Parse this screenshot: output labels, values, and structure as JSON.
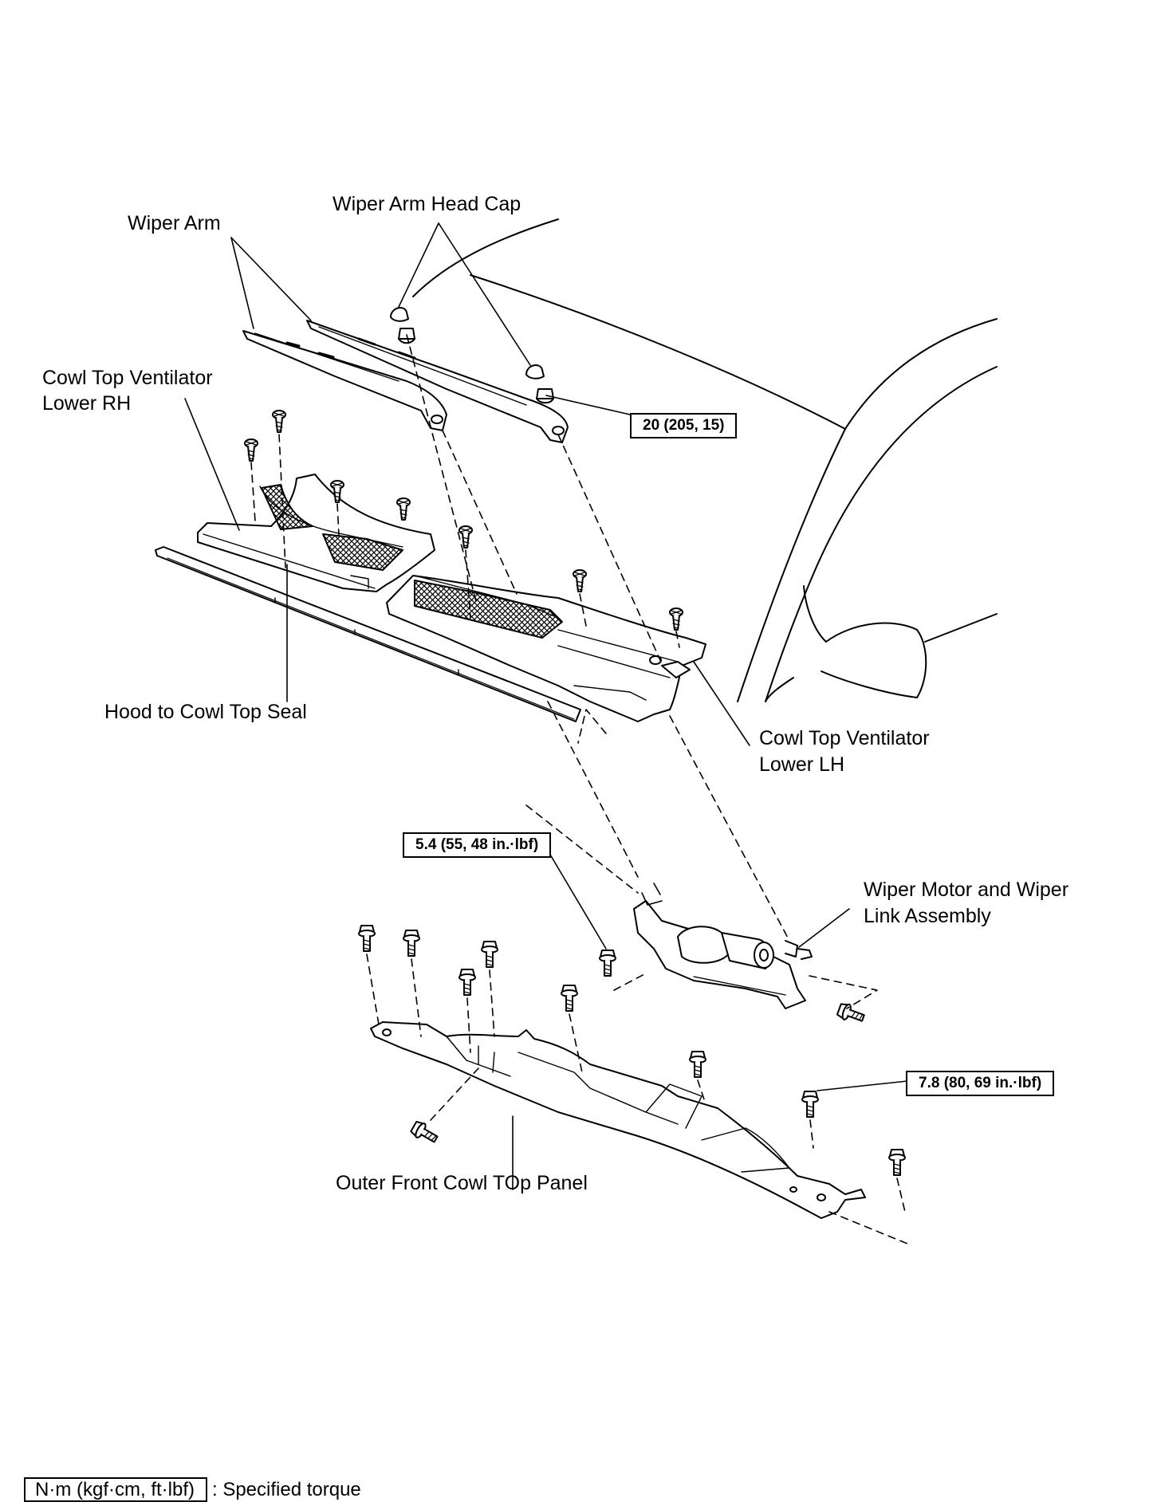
{
  "labels": {
    "wiper_arm": "Wiper Arm",
    "wiper_arm_head_cap": "Wiper Arm Head Cap",
    "cowl_rh_line1": "Cowl Top Ventilator",
    "cowl_rh_line2": "Lower RH",
    "hood_seal": "Hood to Cowl Top Seal",
    "cowl_lh_line1": "Cowl Top Ventilator",
    "cowl_lh_line2": "Lower LH",
    "motor_line1": "Wiper Motor and Wiper",
    "motor_line2": "Link Assembly",
    "outer_panel": "Outer Front Cowl TOp Panel"
  },
  "torque": {
    "arm_nut": "20 (205, 15)",
    "motor_bolt": "5.4 (55, 48 in.·lbf)",
    "panel_bolt": "7.8 (80, 69 in.·lbf)"
  },
  "legend": {
    "unit_box": "N·m (kgf·cm, ft·lbf)",
    "text": ": Specified torque"
  }
}
